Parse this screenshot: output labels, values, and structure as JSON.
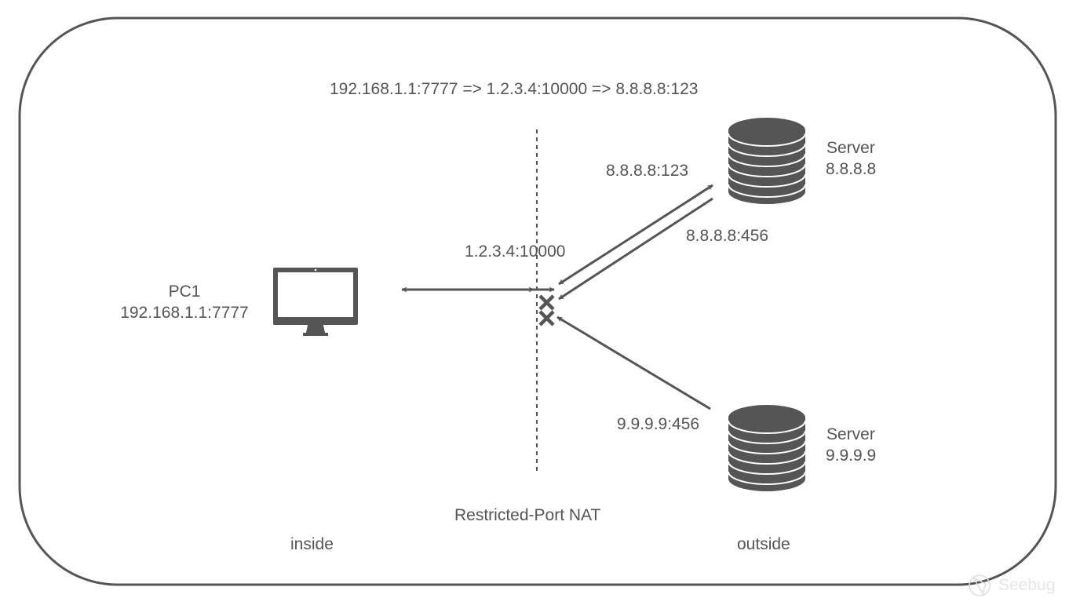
{
  "diagram": {
    "title": "192.168.1.1:7777 => 1.2.3.4:10000 => 8.8.8.8:123",
    "nat_label": "Restricted-Port NAT",
    "zones": {
      "inside": "inside",
      "outside": "outside"
    },
    "nat_mapping": "1.2.3.4:10000",
    "nodes": {
      "pc": {
        "name": "PC1",
        "address": "192.168.1.1:7777",
        "icon": "desktop-monitor-icon"
      },
      "server1": {
        "name": "Server",
        "address": "8.8.8.8",
        "icon": "database-server-icon"
      },
      "server2": {
        "name": "Server",
        "address": "9.9.9.9",
        "icon": "database-server-icon"
      }
    },
    "edges": [
      {
        "label": "",
        "from": "nat",
        "to": "pc",
        "style": "arrow-both",
        "blocked": false
      },
      {
        "label": "8.8.8.8:123",
        "from": "nat",
        "to": "server1",
        "style": "arrow",
        "blocked": false
      },
      {
        "label": "8.8.8.8:456",
        "from": "server1",
        "to": "nat",
        "style": "arrow",
        "blocked": true
      },
      {
        "label": "9.9.9.9:456",
        "from": "server2",
        "to": "nat",
        "style": "arrow",
        "blocked": true
      }
    ],
    "colors": {
      "stroke": "#555555",
      "text": "#555555",
      "background": "#ffffff"
    },
    "watermark": "Seebug"
  }
}
